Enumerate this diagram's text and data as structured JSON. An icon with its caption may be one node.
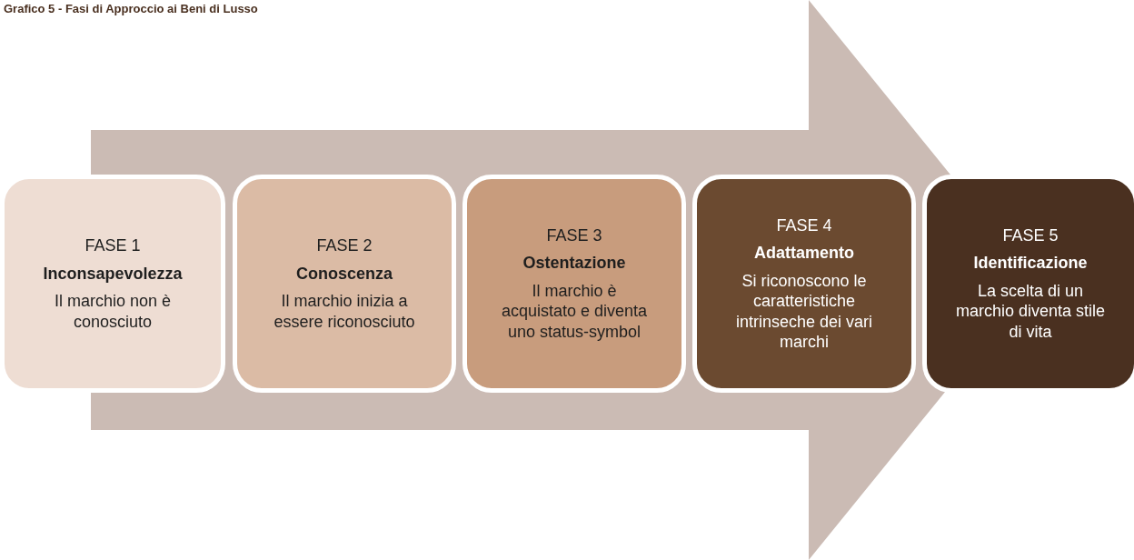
{
  "diagram": {
    "title": "Grafico 5 - Fasi di Approccio ai Beni di Lusso",
    "nodes": [
      {
        "text": [
          "FASE 1",
          "Inconsapevolezza",
          "Il marchio non è conosciuto"
        ]
      },
      {
        "text": [
          "FASE 2",
          "Conoscenza",
          "Il marchio inizia a essere riconosciuto"
        ]
      },
      {
        "text": [
          "FASE 3",
          "Ostentazione",
          "Il marchio è acquistato e diventa uno status-symbol"
        ]
      },
      {
        "text": [
          "FASE 4",
          "Adattamento",
          "Si riconoscono le caratteristiche intrinseche dei vari marchi"
        ]
      },
      {
        "text": [
          "FASE 5",
          "Identificazione",
          "La scelta di un marchio diventa stile di vita"
        ]
      }
    ],
    "edges": [
      {
        "from": 0,
        "to": 4,
        "arrow": "to",
        "style": "thick"
      }
    ]
  }
}
